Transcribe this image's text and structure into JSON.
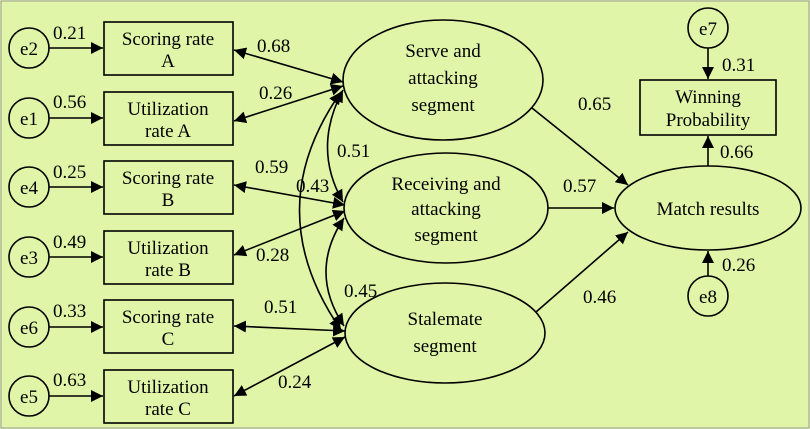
{
  "errors": {
    "e1": "e1",
    "e2": "e2",
    "e3": "e3",
    "e4": "e4",
    "e5": "e5",
    "e6": "e6",
    "e7": "e7",
    "e8": "e8"
  },
  "indicators": {
    "scoring_a": [
      "Scoring rate",
      "A"
    ],
    "utilization_a": [
      "Utilization",
      "rate A"
    ],
    "scoring_b": [
      "Scoring rate",
      "B"
    ],
    "utilization_b": [
      "Utilization",
      "rate B"
    ],
    "scoring_c": [
      "Scoring rate",
      "C"
    ],
    "utilization_c": [
      "Utilization",
      "rate C"
    ]
  },
  "latents": {
    "serve": [
      "Serve and",
      "attacking",
      "segment"
    ],
    "receive": [
      "Receiving and",
      "attacking",
      "segment"
    ],
    "stalemate": [
      "Stalemate",
      "segment"
    ],
    "match": [
      "Match results"
    ]
  },
  "winning": [
    "Winning",
    "Probability"
  ],
  "coefficients": {
    "e2_scoring_a": "0.21",
    "e1_utilization_a": "0.56",
    "e4_scoring_b": "0.25",
    "e3_utilization_b": "0.49",
    "e6_scoring_c": "0.33",
    "e5_utilization_c": "0.63",
    "serve_scoring_a": "0.68",
    "serve_utilization_a": "0.26",
    "receive_scoring_b": "0.59",
    "receive_utilization_b": "0.28",
    "stalemate_scoring_c": "0.51",
    "stalemate_utilization_c": "0.24",
    "serve_receive_cov": "0.51",
    "serve_stalemate_cov": "0.43",
    "receive_stalemate_cov": "0.45",
    "serve_match": "0.65",
    "receive_match": "0.57",
    "stalemate_match": "0.46",
    "match_winning": "0.66",
    "e7_winning": "0.31",
    "e8_match": "0.26"
  }
}
